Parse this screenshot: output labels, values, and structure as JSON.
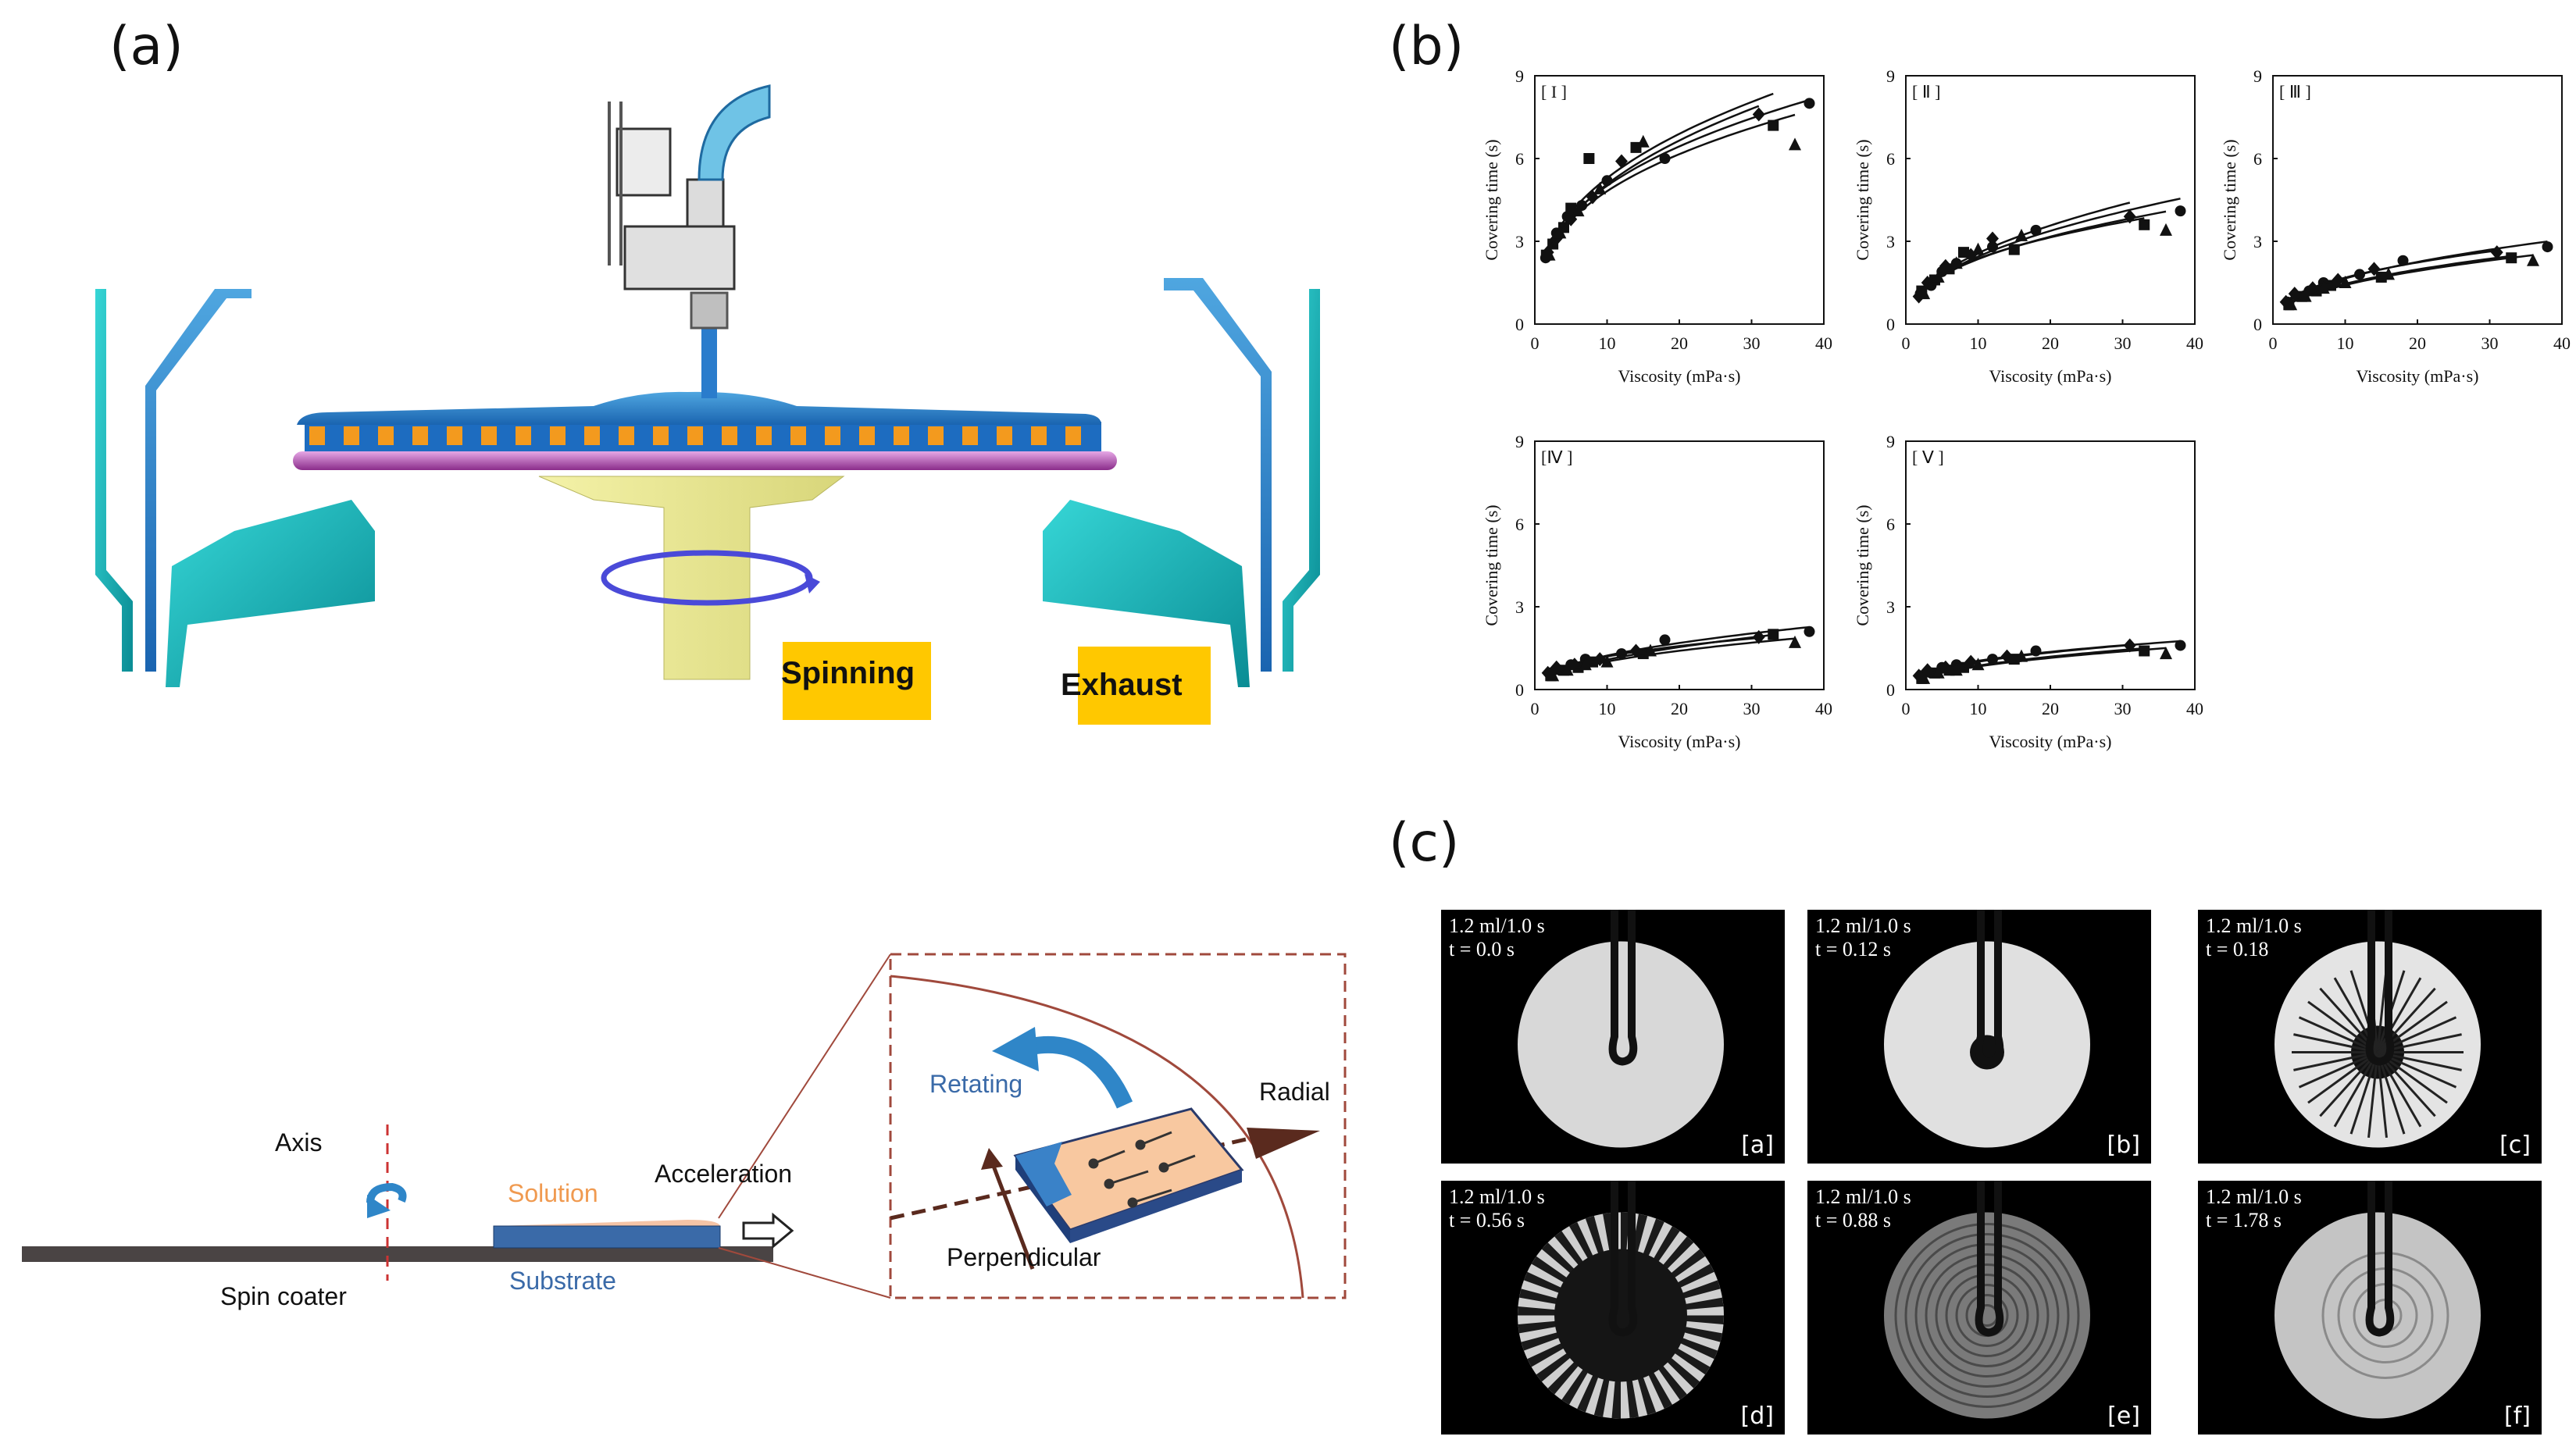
{
  "panels": {
    "a": "(a)",
    "b": "(b)",
    "c": "(c)"
  },
  "panel_a": {
    "spinning_label": "Spinning",
    "exhaust_label": "Exhaust"
  },
  "panel_a_diagram": {
    "axis_label": "Axis",
    "solution_label": "Solution",
    "acceleration_label": "Acceleration",
    "substrate_label": "Substrate",
    "spin_coater_label": "Spin coater",
    "retating_label": "Retating",
    "radial_label": "Radial",
    "perpendicular_label": "Perpendicular",
    "colors": {
      "solution": "#f0a060",
      "substrate": "#3a6aa8",
      "rotate_arrow": "#2f86c8",
      "frame": "#a0493c"
    }
  },
  "chart_data": [
    {
      "type": "scatter",
      "panel": "[ I ]",
      "xlabel": "Viscosity (mPa·s)",
      "ylabel": "Covering time (s)",
      "xlim": [
        0,
        40
      ],
      "ylim": [
        0,
        9
      ],
      "xticks": [
        "0",
        "10",
        "20",
        "30",
        "40"
      ],
      "yticks": [
        "0",
        "3",
        "6",
        "9"
      ],
      "series": [
        {
          "marker": "circle",
          "x": [
            1.5,
            3,
            4.5,
            6.5,
            10,
            18,
            38
          ],
          "y": [
            2.4,
            3.3,
            3.9,
            4.3,
            5.2,
            6.0,
            8.0
          ]
        },
        {
          "marker": "square",
          "x": [
            1.6,
            2.5,
            4,
            5,
            7.5,
            14,
            33
          ],
          "y": [
            2.5,
            2.9,
            3.5,
            4.2,
            6.0,
            6.4,
            7.2
          ]
        },
        {
          "marker": "diamond",
          "x": [
            1.8,
            3,
            5,
            8,
            12,
            31
          ],
          "y": [
            2.6,
            3.1,
            3.8,
            4.6,
            5.9,
            7.6
          ]
        },
        {
          "marker": "triangle",
          "x": [
            2,
            3.5,
            6,
            9,
            15,
            36
          ],
          "y": [
            2.5,
            3.3,
            4.1,
            4.9,
            6.6,
            6.5
          ]
        }
      ]
    },
    {
      "type": "scatter",
      "panel": "[ Ⅱ ]",
      "xlabel": "Viscosity (mPa·s)",
      "ylabel": "Covering time (s)",
      "xlim": [
        0,
        40
      ],
      "ylim": [
        0,
        9
      ],
      "xticks": [
        "0",
        "10",
        "20",
        "30",
        "40"
      ],
      "yticks": [
        "0",
        "3",
        "6",
        "9"
      ],
      "series": [
        {
          "marker": "circle",
          "x": [
            2,
            3.5,
            5,
            7,
            12,
            18,
            38
          ],
          "y": [
            1.1,
            1.4,
            1.9,
            2.2,
            2.8,
            3.4,
            4.1
          ]
        },
        {
          "marker": "square",
          "x": [
            2.2,
            4,
            6,
            8,
            15,
            33
          ],
          "y": [
            1.2,
            1.6,
            2.0,
            2.6,
            2.7,
            3.6
          ]
        },
        {
          "marker": "diamond",
          "x": [
            1.8,
            3,
            5.5,
            9,
            12,
            31
          ],
          "y": [
            1.0,
            1.5,
            2.1,
            2.5,
            3.1,
            3.9
          ]
        },
        {
          "marker": "triangle",
          "x": [
            2.5,
            4.5,
            7,
            10,
            16,
            36
          ],
          "y": [
            1.1,
            1.7,
            2.2,
            2.7,
            3.2,
            3.4
          ]
        }
      ]
    },
    {
      "type": "scatter",
      "panel": "[ Ⅲ ]",
      "xlabel": "Viscosity (mPa·s)",
      "ylabel": "Covering time (s)",
      "xlim": [
        0,
        40
      ],
      "ylim": [
        0,
        9
      ],
      "xticks": [
        "0",
        "10",
        "20",
        "30",
        "40"
      ],
      "yticks": [
        "0",
        "3",
        "6",
        "9"
      ],
      "series": [
        {
          "marker": "circle",
          "x": [
            2,
            3.5,
            5,
            7,
            12,
            18,
            38
          ],
          "y": [
            0.8,
            1.0,
            1.2,
            1.5,
            1.8,
            2.3,
            2.8
          ]
        },
        {
          "marker": "square",
          "x": [
            2.2,
            4,
            6,
            8,
            15,
            33
          ],
          "y": [
            0.7,
            1.0,
            1.2,
            1.4,
            1.7,
            2.4
          ]
        },
        {
          "marker": "diamond",
          "x": [
            1.8,
            3,
            5.5,
            9,
            14,
            31
          ],
          "y": [
            0.8,
            1.1,
            1.3,
            1.6,
            2.0,
            2.6
          ]
        },
        {
          "marker": "triangle",
          "x": [
            2.5,
            4.5,
            7,
            10,
            16,
            36
          ],
          "y": [
            0.7,
            1.0,
            1.3,
            1.5,
            1.8,
            2.3
          ]
        }
      ]
    },
    {
      "type": "scatter",
      "panel": "[Ⅳ ]",
      "xlabel": "Viscosity (mPa·s)",
      "ylabel": "Covering time (s)",
      "xlim": [
        0,
        40
      ],
      "ylim": [
        0,
        9
      ],
      "xticks": [
        "0",
        "10",
        "20",
        "30",
        "40"
      ],
      "yticks": [
        "0",
        "3",
        "6",
        "9"
      ],
      "series": [
        {
          "marker": "circle",
          "x": [
            2,
            3.5,
            5,
            7,
            12,
            18,
            38
          ],
          "y": [
            0.6,
            0.7,
            0.9,
            1.1,
            1.3,
            1.8,
            2.1
          ]
        },
        {
          "marker": "square",
          "x": [
            2.2,
            4,
            6,
            8,
            15,
            33
          ],
          "y": [
            0.5,
            0.7,
            0.8,
            1.0,
            1.3,
            2.0
          ]
        },
        {
          "marker": "diamond",
          "x": [
            1.8,
            3,
            5.5,
            9,
            14,
            31
          ],
          "y": [
            0.6,
            0.8,
            0.9,
            1.1,
            1.4,
            1.9
          ]
        },
        {
          "marker": "triangle",
          "x": [
            2.5,
            4.5,
            7,
            10,
            16,
            36
          ],
          "y": [
            0.5,
            0.7,
            0.9,
            1.0,
            1.4,
            1.7
          ]
        }
      ]
    },
    {
      "type": "scatter",
      "panel": "[ Ⅴ ]",
      "xlabel": "Viscosity (mPa·s)",
      "ylabel": "Covering time (s)",
      "xlim": [
        0,
        40
      ],
      "ylim": [
        0,
        9
      ],
      "xticks": [
        "0",
        "10",
        "20",
        "30",
        "40"
      ],
      "yticks": [
        "0",
        "3",
        "6",
        "9"
      ],
      "series": [
        {
          "marker": "circle",
          "x": [
            2,
            3.5,
            5,
            7,
            12,
            18,
            38
          ],
          "y": [
            0.5,
            0.6,
            0.8,
            0.9,
            1.1,
            1.4,
            1.6
          ]
        },
        {
          "marker": "square",
          "x": [
            2.2,
            4,
            6,
            8,
            15,
            33
          ],
          "y": [
            0.4,
            0.6,
            0.7,
            0.8,
            1.1,
            1.4
          ]
        },
        {
          "marker": "diamond",
          "x": [
            1.8,
            3,
            5.5,
            9,
            14,
            31
          ],
          "y": [
            0.5,
            0.7,
            0.8,
            1.0,
            1.2,
            1.6
          ]
        },
        {
          "marker": "triangle",
          "x": [
            2.5,
            4.5,
            7,
            10,
            16,
            36
          ],
          "y": [
            0.4,
            0.6,
            0.7,
            0.9,
            1.2,
            1.3
          ]
        }
      ]
    }
  ],
  "photos": [
    {
      "label": "[a]",
      "condition": "1.2 ml/1.0 s",
      "time": "t = 0.0 s",
      "stage": "clean"
    },
    {
      "label": "[b]",
      "condition": "1.2 ml/1.0 s",
      "time": "t = 0.12 s",
      "stage": "small-splash"
    },
    {
      "label": "[c]",
      "condition": "1.2 ml/1.0 s",
      "time": "t = 0.18",
      "stage": "fingers"
    },
    {
      "label": "[d]",
      "condition": "1.2 ml/1.0 s",
      "time": "t = 0.56 s",
      "stage": "dark-spread"
    },
    {
      "label": "[e]",
      "condition": "1.2 ml/1.0 s",
      "time": "t = 0.88 s",
      "stage": "ripples"
    },
    {
      "label": "[f]",
      "condition": "1.2 ml/1.0 s",
      "time": "t = 1.78 s",
      "stage": "rings"
    }
  ]
}
